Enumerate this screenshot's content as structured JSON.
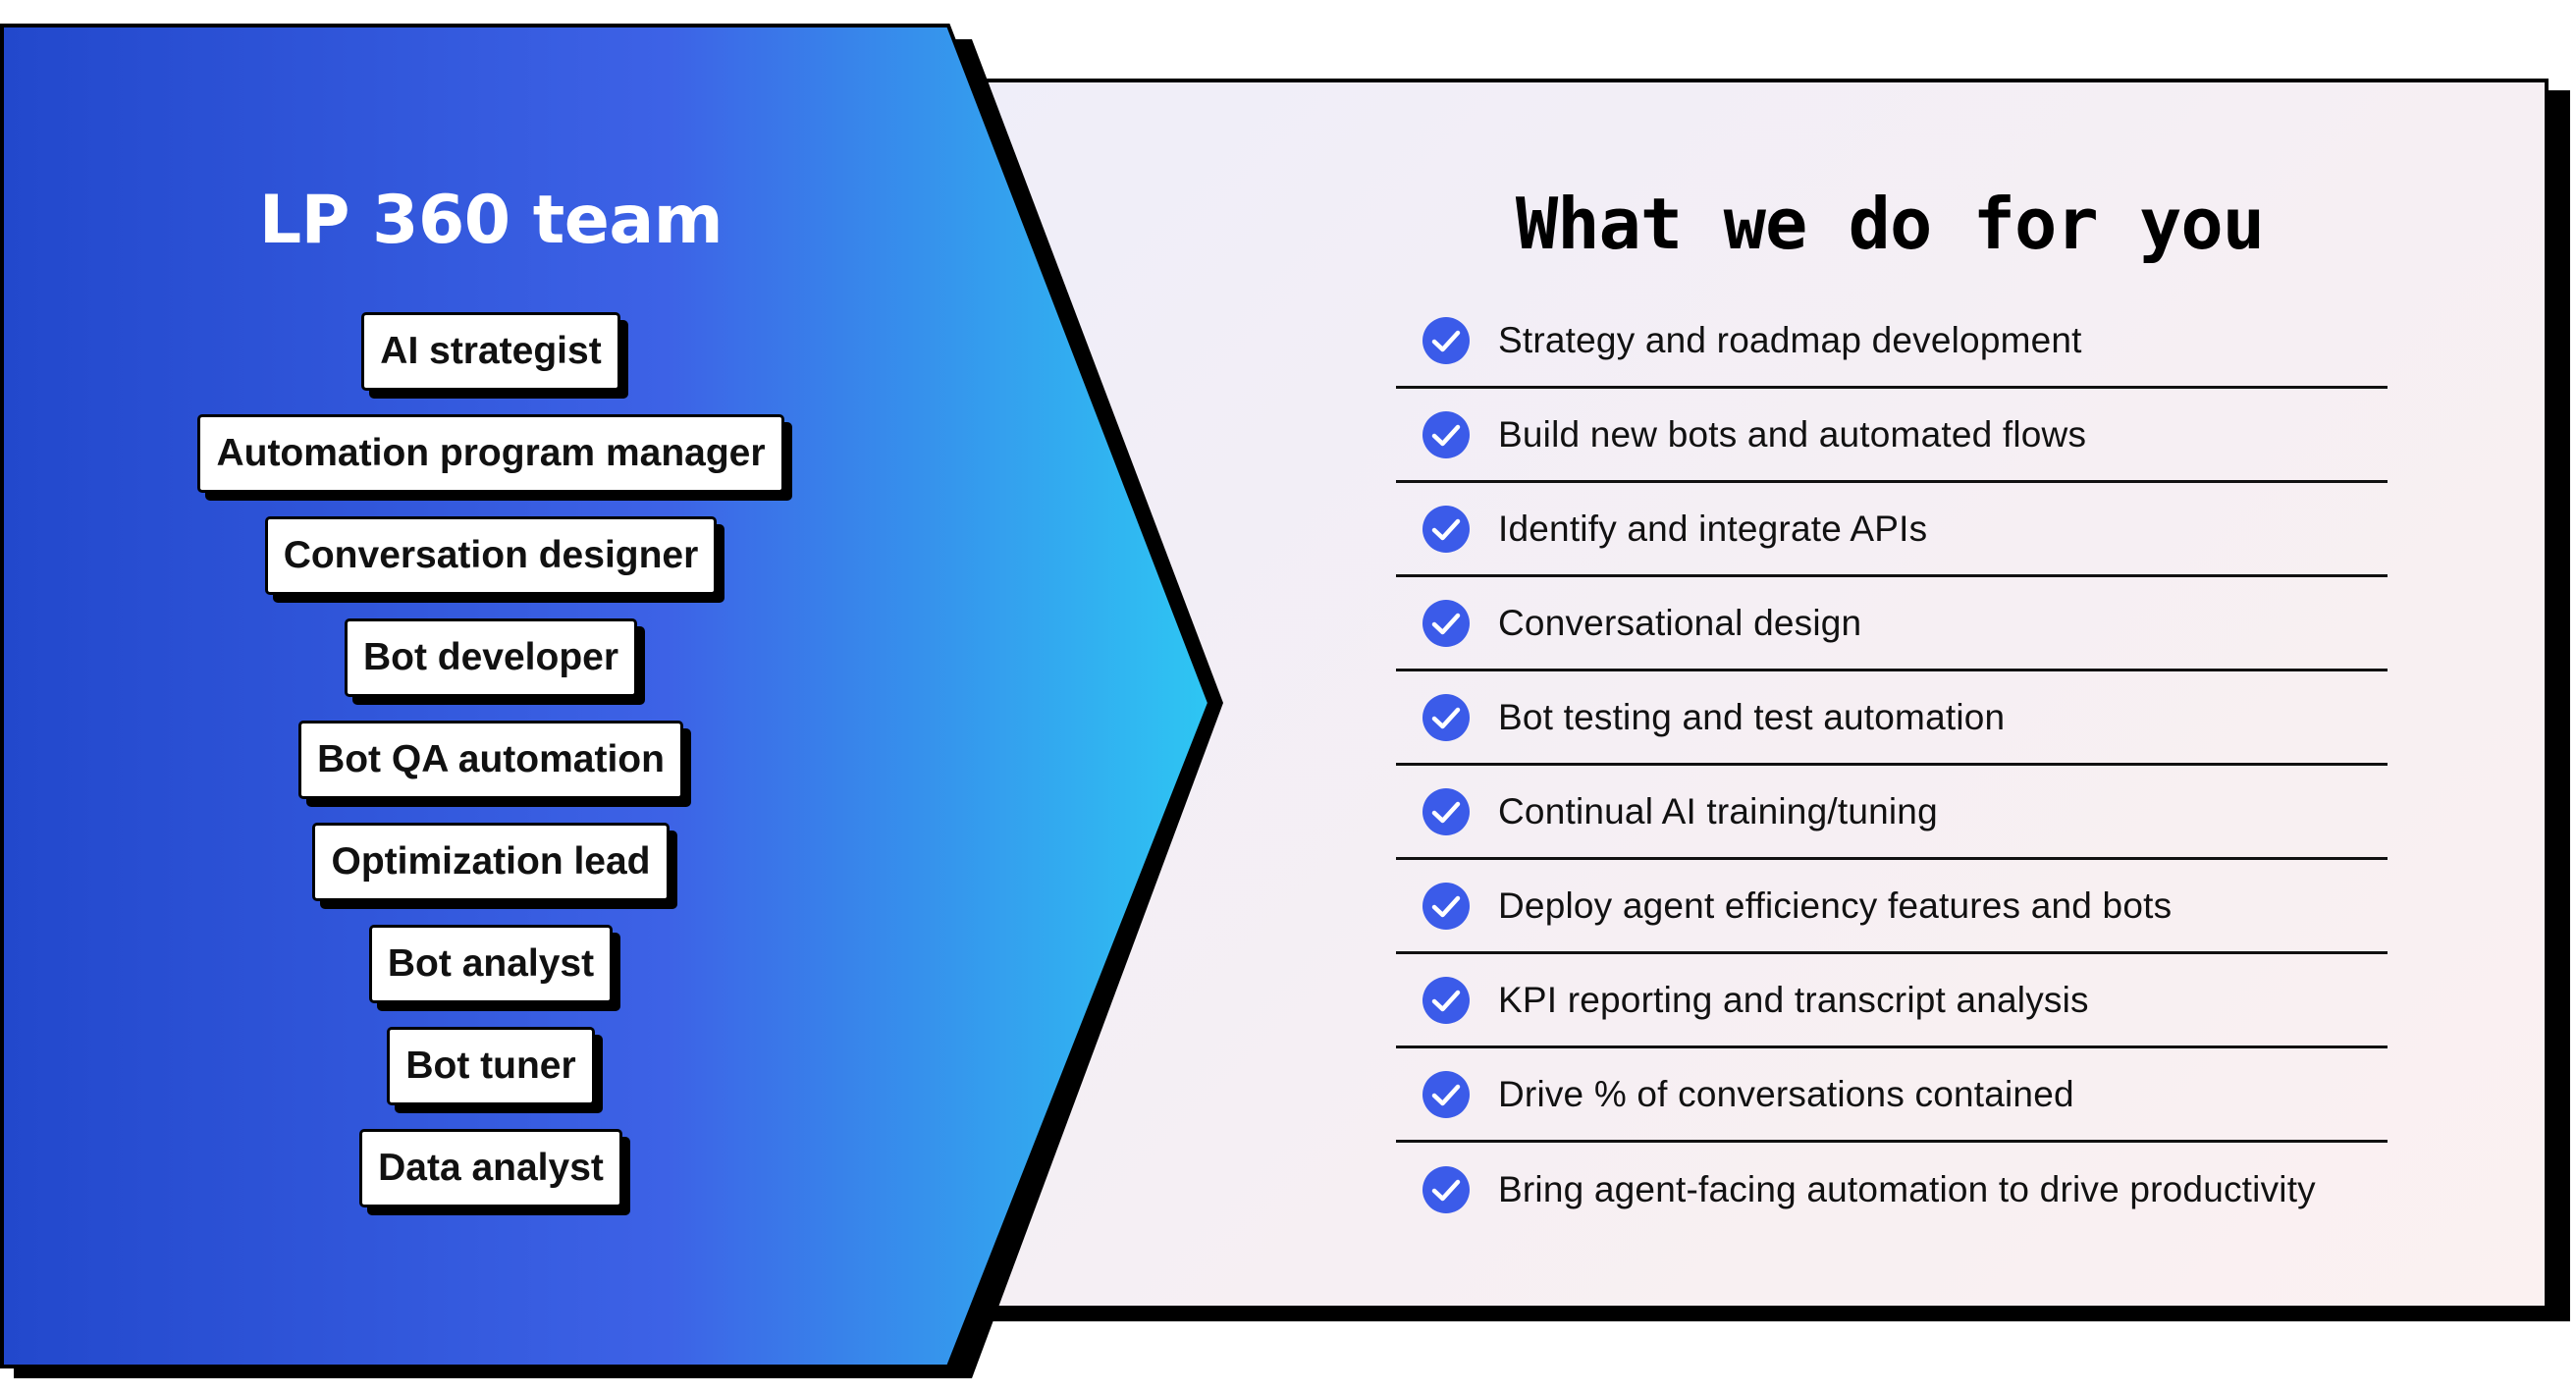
{
  "team": {
    "title": "LP 360 team",
    "roles": [
      "AI strategist",
      "Automation program manager",
      "Conversation designer",
      "Bot developer",
      "Bot QA automation",
      "Optimization lead",
      "Bot analyst",
      "Bot tuner",
      "Data analyst"
    ]
  },
  "services": {
    "title": "What we do for you",
    "icon": "check-circle-icon",
    "items": [
      "Strategy and roadmap development",
      "Build new bots and automated flows",
      "Identify and integrate APIs",
      "Conversational design",
      "Bot testing and test automation",
      "Continual AI training/tuning",
      "Deploy agent efficiency features and bots",
      "KPI reporting and transcript analysis",
      "Drive % of conversations contained",
      "Bring agent-facing automation to drive productivity"
    ]
  },
  "colors": {
    "gradient_start": "#2248cc",
    "gradient_mid": "#3d62e6",
    "gradient_end": "#2ec6f3",
    "check_blue": "#3b5be9",
    "border": "#000000",
    "panel_bg": "#f3eff6"
  }
}
